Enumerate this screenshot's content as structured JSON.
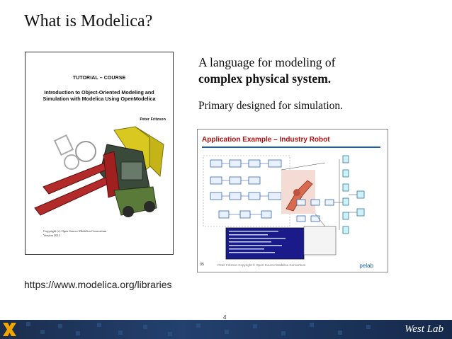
{
  "slide": {
    "title": "What is Modelica?",
    "line1": "A language for modeling of",
    "line2": "complex physical system.",
    "line3": "Primary designed for simulation.",
    "url": "https://www.modelica.org/libraries",
    "page_number": "4",
    "footer_brand": "West Lab"
  },
  "book_cover": {
    "heading": "TUTORIAL – COURSE",
    "subtitle": "Introduction to Object-Oriented Modeling and Simulation with Modelica Using OpenModelica",
    "author": "Peter Fritzson",
    "copyright_line1": "Copyright (c) Open Source Modelica Consortium",
    "copyright_line2": "Version 2012"
  },
  "app_example": {
    "title": "Application Example – Industry Robot",
    "slide_number": "35",
    "copyright": "Peter Fritzson   Copyright © Open Source Modelica Consortium",
    "brand": "pelab"
  },
  "colors": {
    "app_title": "#b01010",
    "accent_blue": "#1a5fb0",
    "footer_bar": "#1b2e4e",
    "logo_orange": "#f0a500"
  }
}
